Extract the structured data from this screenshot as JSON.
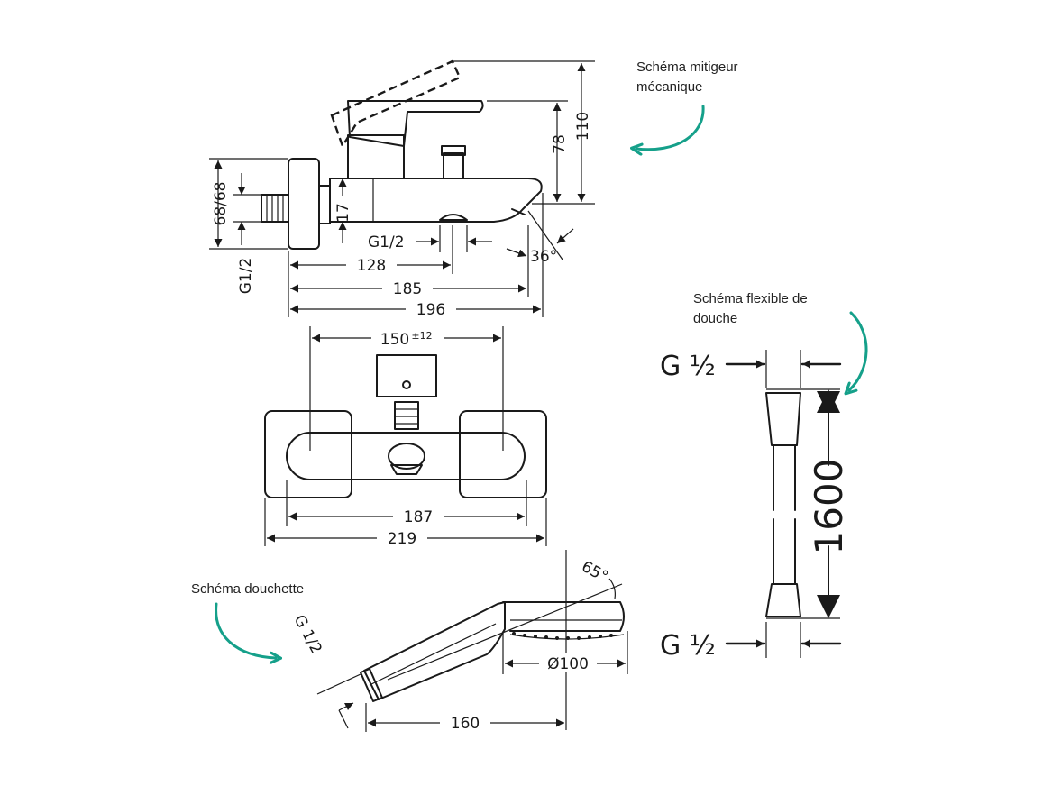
{
  "labels": {
    "mixer_caption_1": "Schéma mitigeur",
    "mixer_caption_2": "mécanique",
    "hose_caption_1": "Schéma flexible de",
    "hose_caption_2": "douche",
    "shower_caption": "Schéma douchette"
  },
  "mixer_side": {
    "dim_110": "110",
    "dim_78": "78",
    "dim_17": "17",
    "dim_6868": "68/68",
    "thread_left": "G1/2",
    "thread_spout": "G1/2",
    "angle": "36°",
    "dim_128": "128",
    "dim_185": "185",
    "dim_196": "196"
  },
  "mixer_top": {
    "dim_150": "150",
    "dim_150_tol": "±12",
    "dim_187": "187",
    "dim_219": "219"
  },
  "shower": {
    "thread": "G 1/2",
    "angle": "65°",
    "diameter": "Ø100",
    "length": "160"
  },
  "hose": {
    "thread_top": "G ½",
    "thread_bottom": "G ½",
    "length": "1600"
  },
  "colors": {
    "line": "#1a1a1a",
    "accent_arrow": "#15a08a",
    "background": "#ffffff"
  }
}
